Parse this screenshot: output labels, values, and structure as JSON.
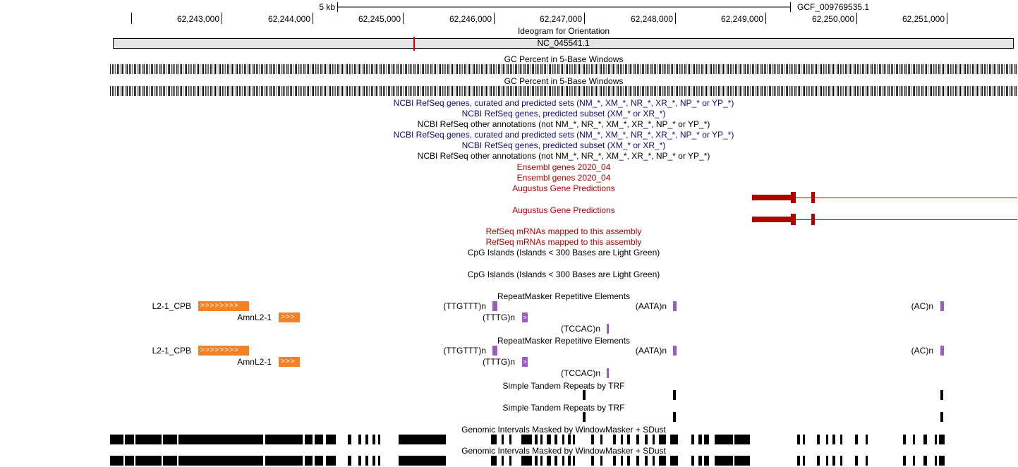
{
  "ruler": {
    "scale_label": "5 kb",
    "assembly_label": "GCF_009769535.1",
    "ticks": [
      "62,243,000",
      "62,244,000",
      "62,245,000",
      "62,246,000",
      "62,247,000",
      "62,248,000",
      "62,249,000",
      "62,250,000",
      "62,251,000"
    ]
  },
  "ideogram": {
    "title": "Ideogram for Orientation",
    "chrom": "NC_045541.1"
  },
  "tracks": {
    "gc1": "GC Percent in 5-Base Windows",
    "gc2": "GC Percent in 5-Base Windows",
    "refseq_all_1": "NCBI RefSeq genes, curated and predicted sets (NM_*, XM_*, NR_*, XR_*, NP_* or YP_*)",
    "refseq_pred_1": "NCBI RefSeq genes, predicted subset (XM_* or XR_*)",
    "refseq_other_1": "NCBI RefSeq other annotations (not NM_*, NR_*, XM_*, XR_*, NP_* or YP_*)",
    "refseq_all_2": "NCBI RefSeq genes, curated and predicted sets (NM_*, XM_*, NR_*, XR_*, NP_* or YP_*)",
    "refseq_pred_2": "NCBI RefSeq genes, predicted subset (XM_* or XR_*)",
    "refseq_other_2": "NCBI RefSeq other annotations (not NM_*, NR_*, XM_*, XR_*, NP_* or YP_*)",
    "ensembl_1": "Ensembl genes 2020_04",
    "ensembl_2": "Ensembl genes 2020_04",
    "augustus_1": "Augustus Gene Predictions",
    "augustus_2": "Augustus Gene Predictions",
    "refseq_mrna_1": "RefSeq mRNAs mapped to this assembly",
    "refseq_mrna_2": "RefSeq mRNAs mapped to this assembly",
    "cpg_1": "CpG Islands (Islands < 300 Bases are Light Green)",
    "cpg_2": "CpG Islands (Islands < 300 Bases are Light Green)",
    "rmsk_1": "RepeatMasker Repetitive Elements",
    "rmsk_2": "RepeatMasker Repetitive Elements",
    "trf_1": "Simple Tandem Repeats by TRF",
    "trf_2": "Simple Tandem Repeats by TRF",
    "wm_1": "Genomic Intervals Masked by WindowMasker + SDust",
    "wm_2": "Genomic Intervals Masked by WindowMasker + SDust"
  },
  "repeats": {
    "l2": "L2-1_CPB",
    "l2_glyph": ">>>>>>>>",
    "amn": "AmnL2-1",
    "amn_glyph": ">>>",
    "ttgttt": "(TTGTTT)n",
    "tttg": "(TTTG)n",
    "tttg_glyph": ">",
    "tccac": "(TCCAC)n",
    "aata": "(AATA)n",
    "ac": "(AC)n"
  },
  "colors": {
    "gene": "#b00000",
    "repeat_line": "#f28225",
    "repeat_simple": "#9a5ec0",
    "refseq_link": "#0c0c78"
  }
}
